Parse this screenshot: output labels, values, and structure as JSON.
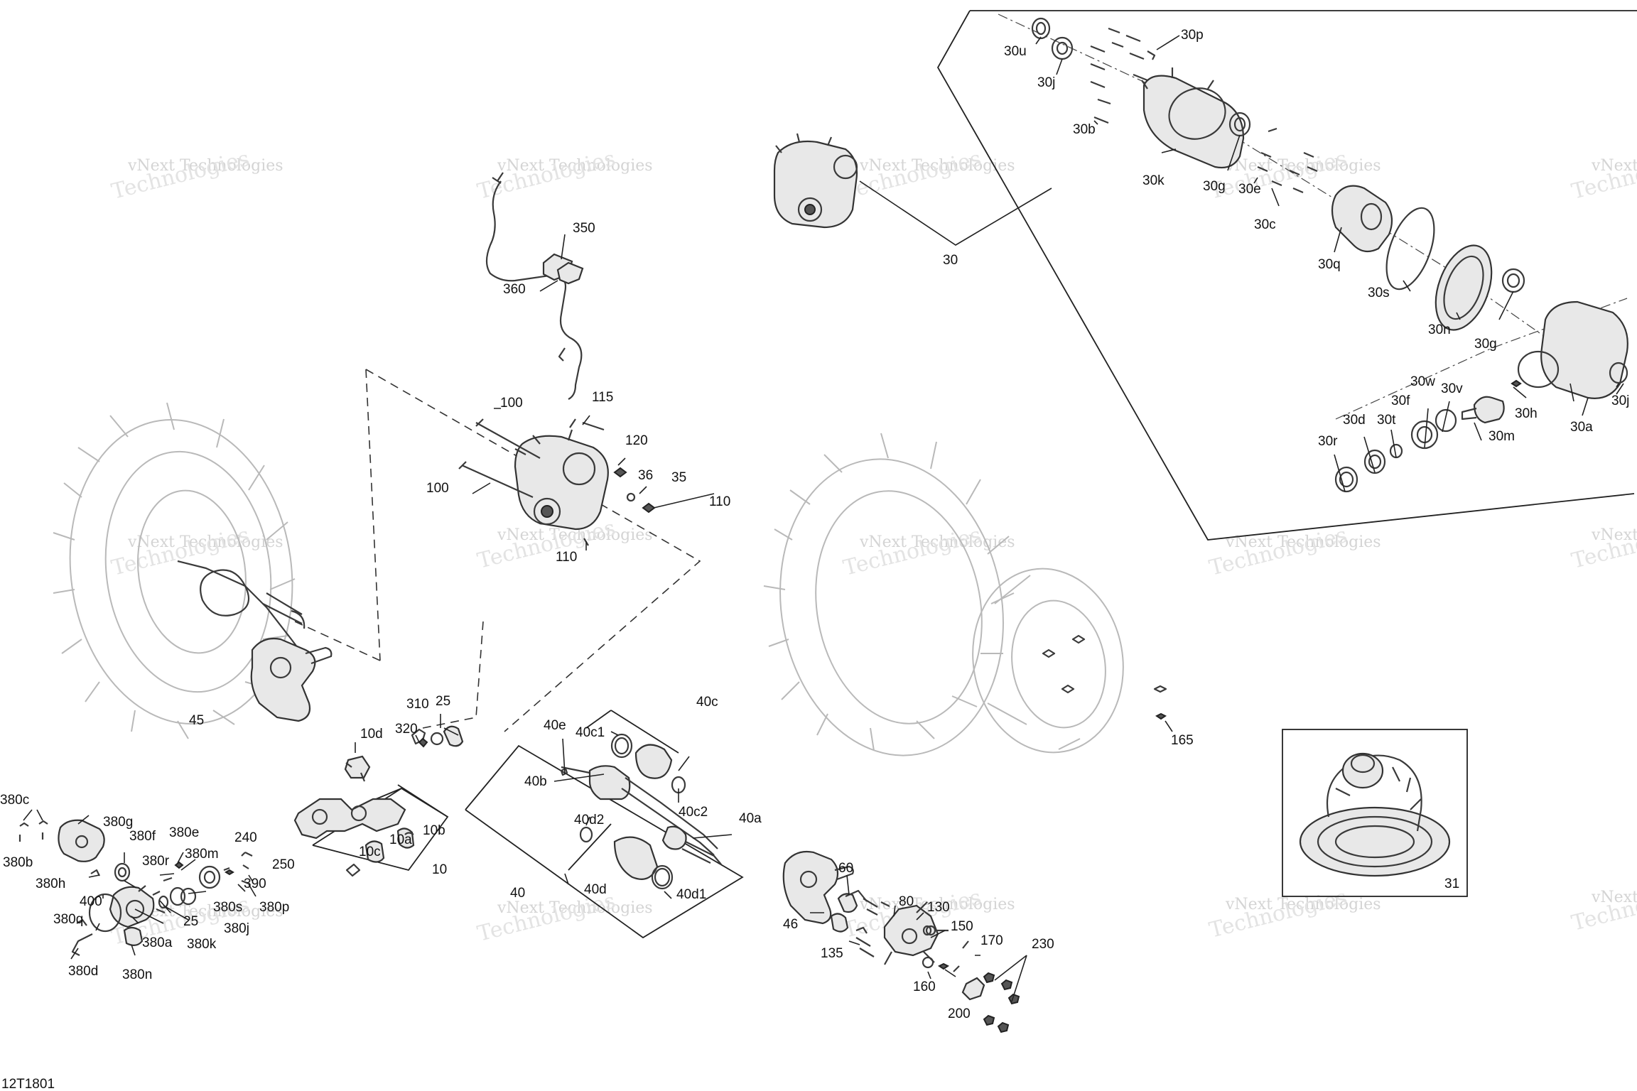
{
  "diagram_code": "12T1801",
  "watermark": {
    "line1": "vNext Technologies",
    "line2": "Technologies"
  },
  "callouts": [
    "30u",
    "30j",
    "30p",
    "30b",
    "30k",
    "30g",
    "30e",
    "30c",
    "30q",
    "30s",
    "30n",
    "30g",
    "30",
    "30j",
    "30h",
    "30a",
    "30m",
    "30v",
    "30w",
    "30f",
    "30t",
    "30d",
    "30r",
    "350",
    "360",
    "100",
    "115",
    "120",
    "36",
    "35",
    "100",
    "110",
    "110",
    "45",
    "310",
    "25",
    "320",
    "10d",
    "10b",
    "10a",
    "10c",
    "10",
    "40e",
    "40c1",
    "40c",
    "40b",
    "40c2",
    "40d2",
    "40a",
    "40d",
    "40d1",
    "40",
    "380c",
    "380g",
    "380f",
    "380e",
    "240",
    "250",
    "380b",
    "380r",
    "380m",
    "380h",
    "390",
    "380p",
    "380s",
    "400",
    "25",
    "380j",
    "380q",
    "380a",
    "380k",
    "380d",
    "380n",
    "60",
    "80",
    "130",
    "150",
    "170",
    "230",
    "46",
    "135",
    "160",
    "200",
    "165",
    "31"
  ]
}
